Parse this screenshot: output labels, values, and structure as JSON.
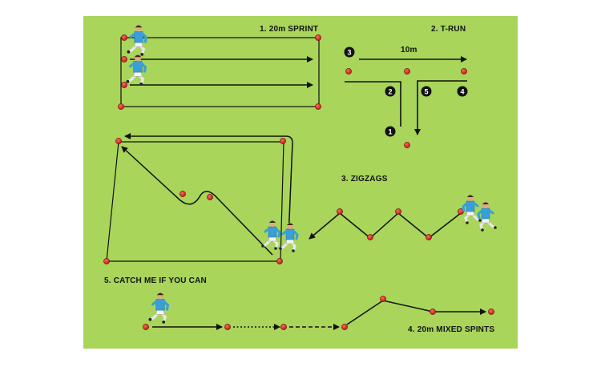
{
  "drills": {
    "sprint": "1. 20m SPRINT",
    "trun": "2. T-RUN",
    "zigzags": "3. ZIGZAGS",
    "mixed": "4. 20m MIXED SPINTS",
    "catch": "5. CATCH ME IF YOU CAN"
  },
  "trun": {
    "distance": "10m",
    "steps": [
      "1",
      "2",
      "3",
      "4",
      "5"
    ]
  },
  "colors": {
    "field": "#a9d65a",
    "cone": "#cc2222",
    "player_shirt": "#3a9fd8",
    "line": "#111111"
  }
}
